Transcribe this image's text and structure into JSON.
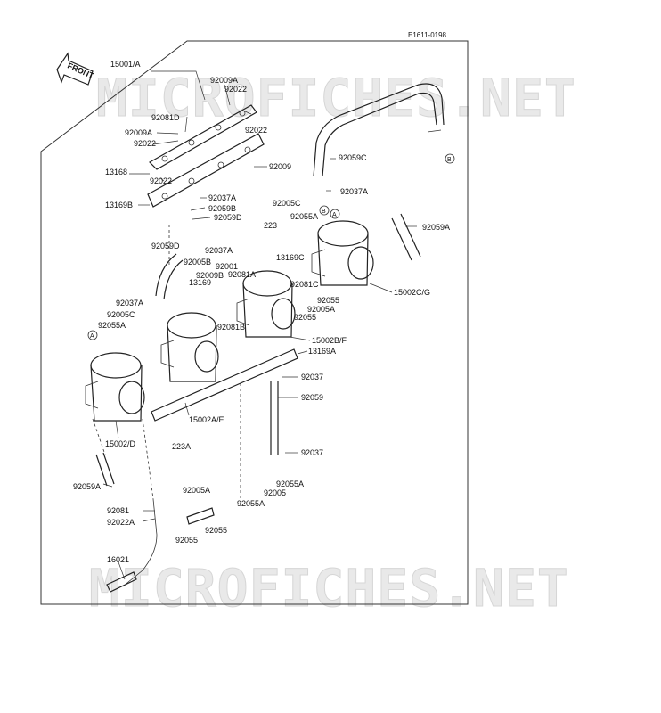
{
  "diagram": {
    "code": "E1611-0198",
    "front_label": "FRONT",
    "watermark_text": "MICROFICHES.NET",
    "ref_markers": [
      "A",
      "B"
    ],
    "labels": [
      "15001/A",
      "92009A",
      "92022",
      "92081D",
      "92022",
      "92009A",
      "92022",
      "13168",
      "92009",
      "92022",
      "13169B",
      "92037A",
      "92059B",
      "92059D",
      "92005C",
      "223",
      "92055A",
      "92037A",
      "92059C",
      "92059A",
      "92059D",
      "92037A",
      "92005B",
      "92001",
      "13169C",
      "92009B",
      "92081A",
      "13169",
      "92081C",
      "92055",
      "92005A",
      "15002C/G",
      "92037A",
      "92055",
      "92005C",
      "92055A",
      "92081B",
      "15002B/F",
      "13169A",
      "92037",
      "92059",
      "15002A/E",
      "15002/D",
      "223A",
      "92037",
      "92055A",
      "92005",
      "92059A",
      "92005A",
      "92055A",
      "92081",
      "92022A",
      "92055",
      "92055",
      "16021"
    ]
  }
}
